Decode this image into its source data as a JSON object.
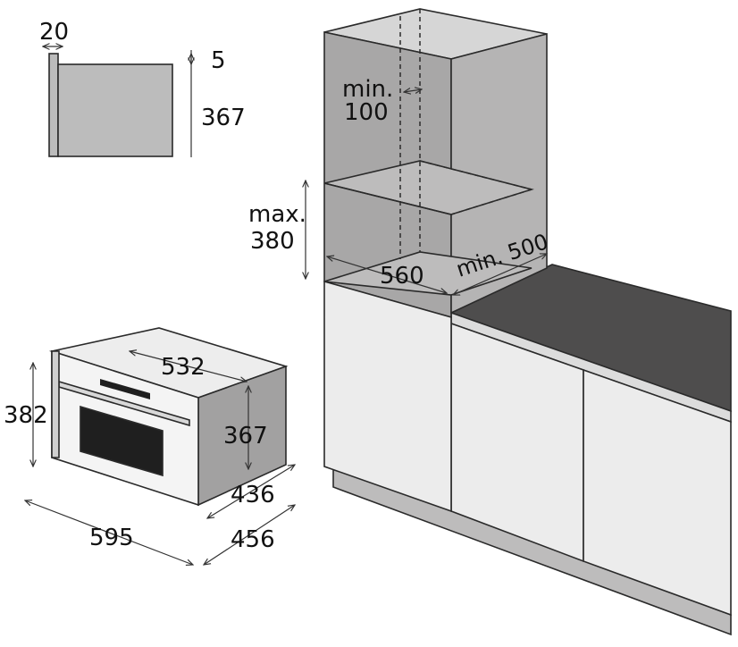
{
  "labels": {
    "trim_width": "20",
    "trim_gap": "5",
    "trim_height": "367",
    "niche_top_clearance_line1": "min.",
    "niche_top_clearance_line2": "100",
    "niche_height_line1": "max.",
    "niche_height_line2": "380",
    "niche_width": "560",
    "niche_depth": "min. 500",
    "oven_inner_width": "532",
    "oven_height": "382",
    "oven_inner_height": "367",
    "oven_depth": "436",
    "oven_total_depth": "456",
    "oven_width": "595"
  },
  "colors": {
    "cabinet_inner": "#a8a7a7",
    "cabinet_front": "#ececec",
    "countertop": "#4e4d4d",
    "plinth": "#bdbcbc",
    "oven_body": "#a2a1a1",
    "oven_panel": "#f4f4f4",
    "oven_window": "#1f1f1f",
    "line": "#2a2a2a"
  }
}
